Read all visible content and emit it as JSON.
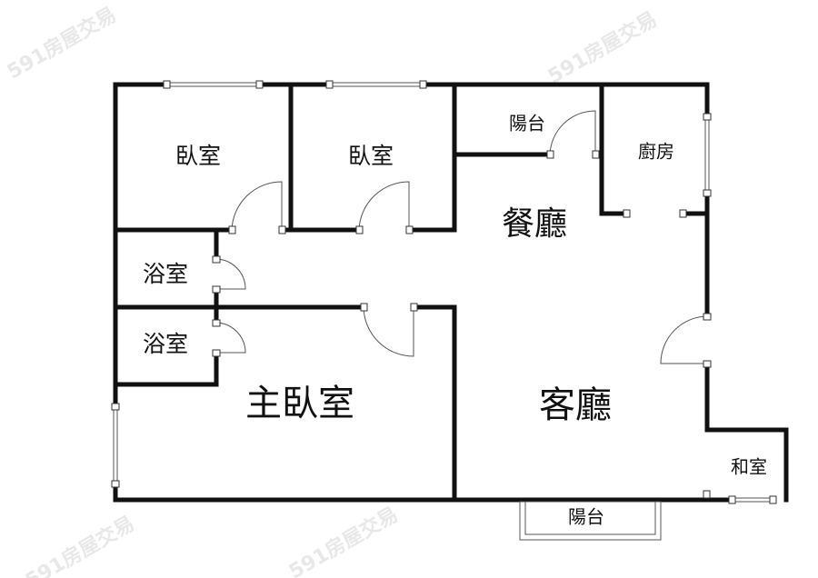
{
  "watermark": "591房屋交易",
  "rooms": {
    "bedroom_1": "臥室",
    "bedroom_2": "臥室",
    "balcony_top": "陽台",
    "kitchen": "廚房",
    "dining": "餐廳",
    "bath_1": "浴室",
    "bath_2": "浴室",
    "master_bedroom": "主臥室",
    "living": "客廳",
    "tatami": "和室",
    "balcony_bottom": "陽台"
  }
}
